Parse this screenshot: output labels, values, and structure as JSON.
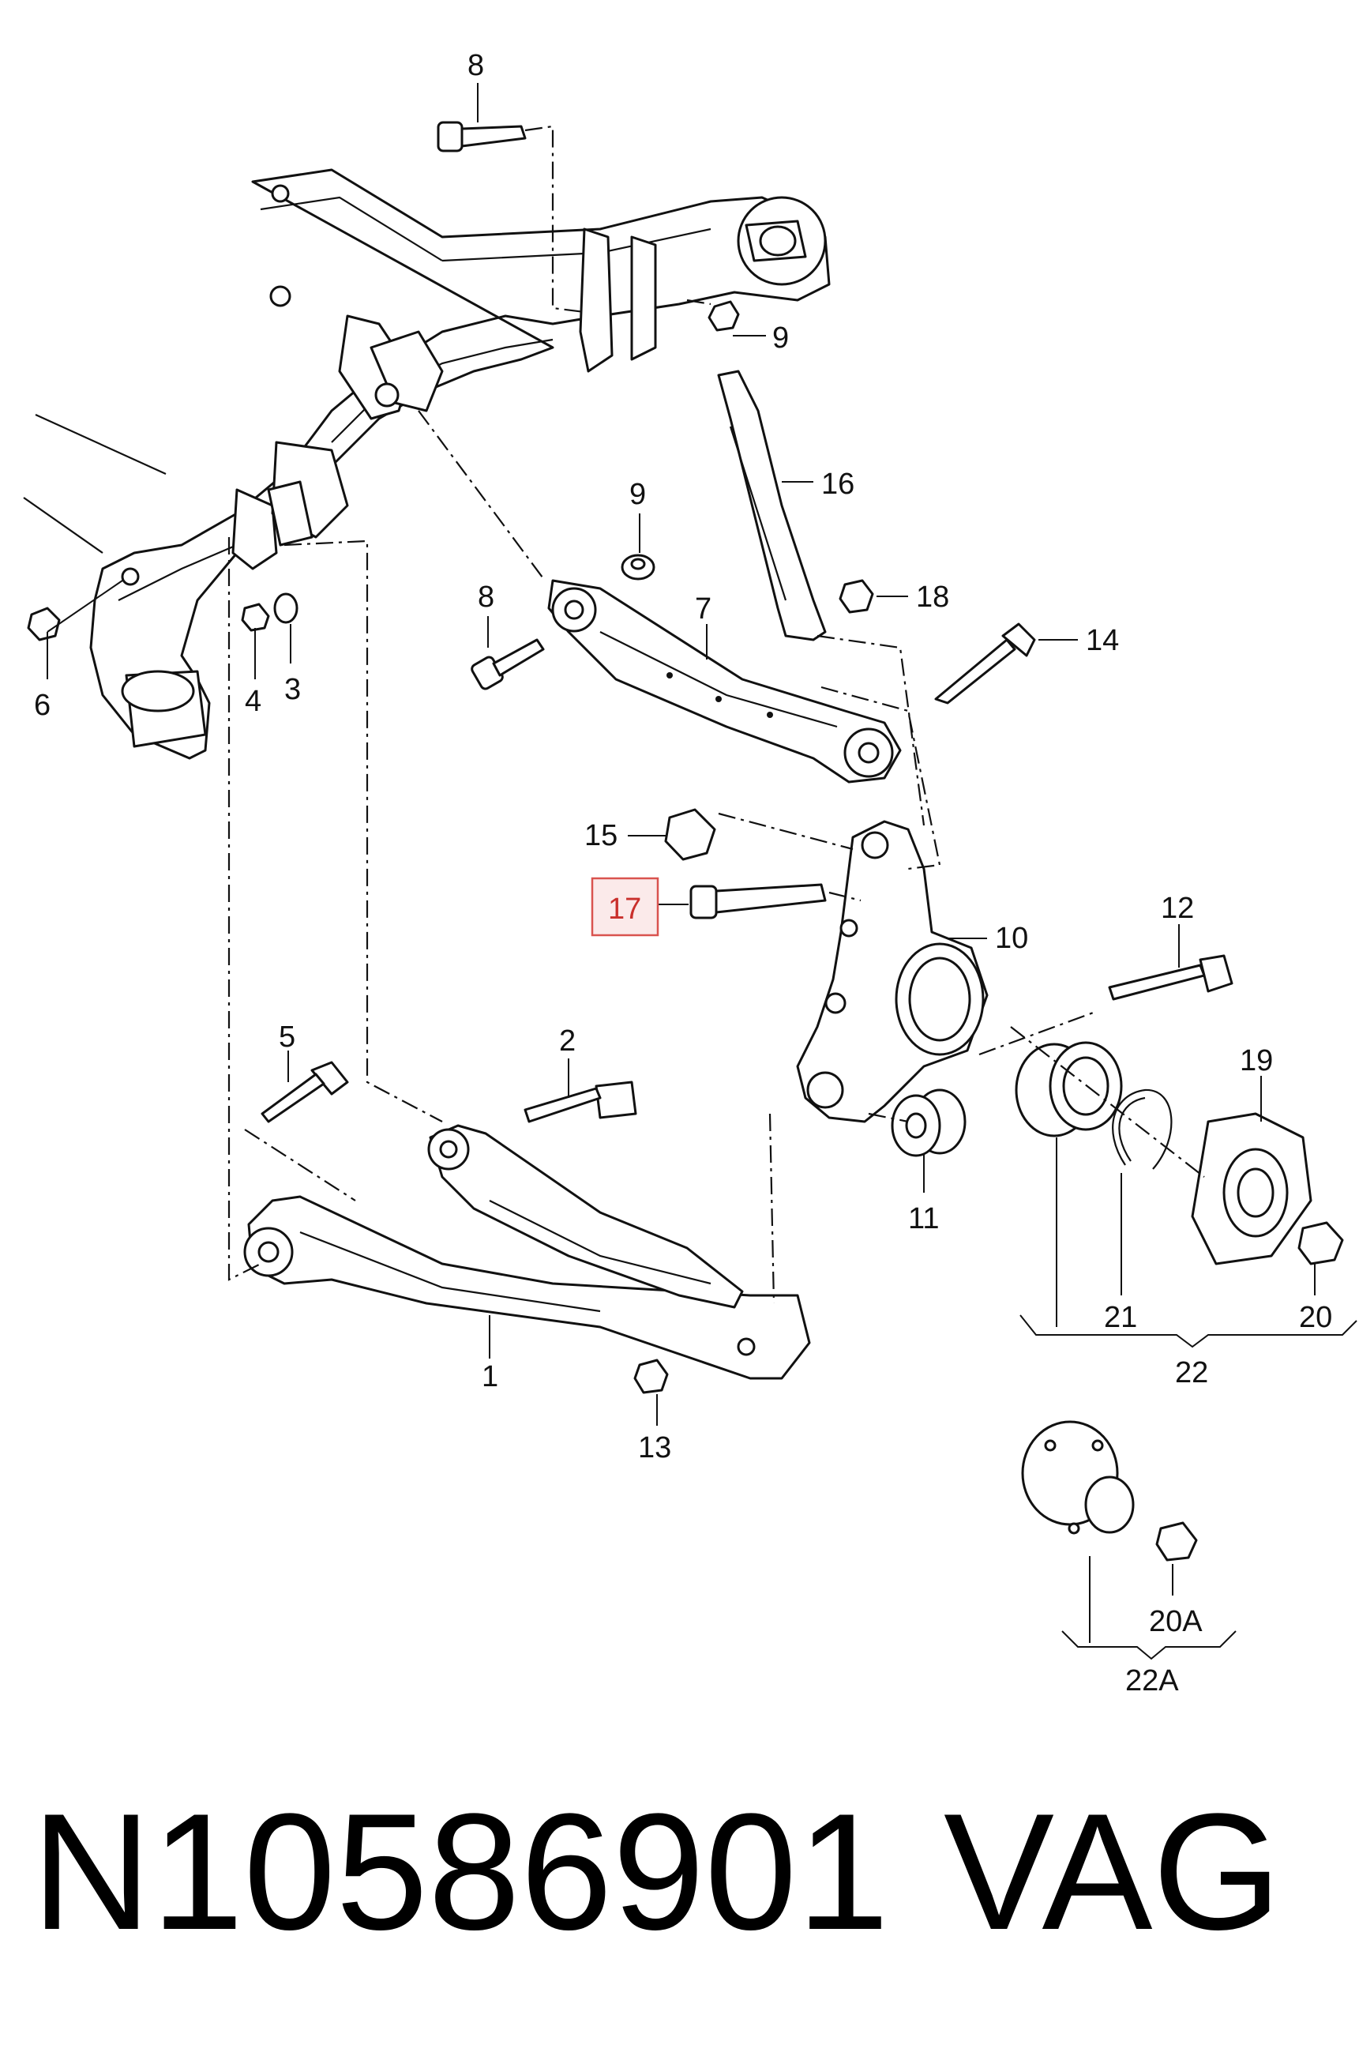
{
  "diagram": {
    "labels": {
      "l1": "1",
      "l2": "2",
      "l3": "3",
      "l4": "4",
      "l5": "5",
      "l6": "6",
      "l7": "7",
      "l8a": "8",
      "l8b": "8",
      "l9a": "9",
      "l9b": "9",
      "l10": "10",
      "l11": "11",
      "l12": "12",
      "l13": "13",
      "l14": "14",
      "l15": "15",
      "l16": "16",
      "l17": "17",
      "l18": "18",
      "l19": "19",
      "l20": "20",
      "l20a": "20A",
      "l21": "21",
      "l22": "22",
      "l22a": "22A"
    },
    "highlighted_label": "17",
    "highlight_color": "#d9534f"
  },
  "footer": {
    "part_number": "N10586901",
    "brand": "VAG"
  }
}
